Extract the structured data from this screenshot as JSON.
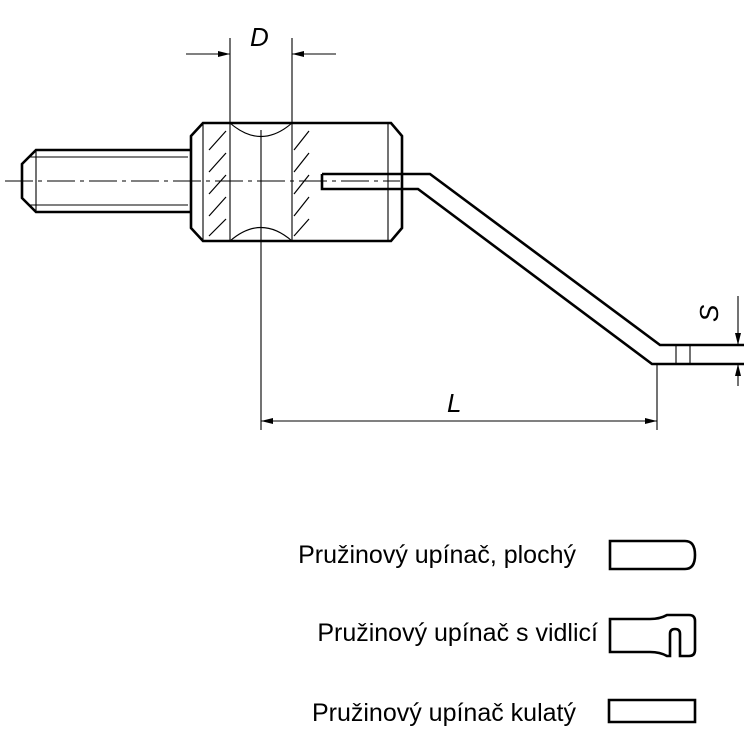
{
  "dimensions": {
    "diameter_label": "D",
    "length_label": "L",
    "thickness_label": "S"
  },
  "legend": [
    {
      "label": "Pružinový upínač, plochý",
      "icon": "flat-tip-icon"
    },
    {
      "label": "Pružinový upínač s vidlicí",
      "icon": "fork-tip-icon"
    },
    {
      "label": "Pružinový upínač kulatý",
      "icon": "round-tip-icon"
    }
  ]
}
